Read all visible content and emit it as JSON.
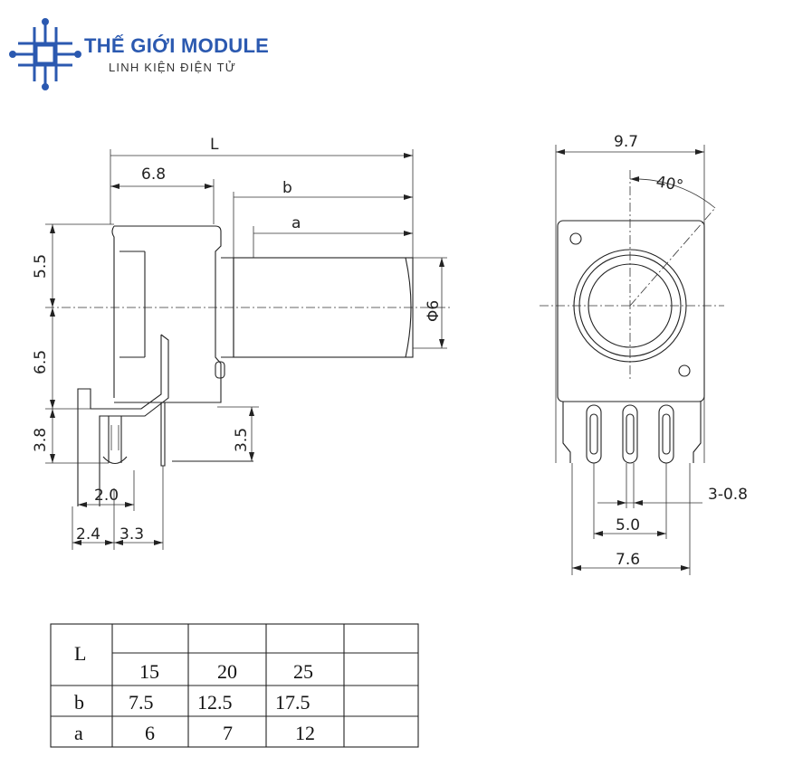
{
  "brand": {
    "title": "THẾ GIỚI MODULE",
    "subtitle": "LINH KIỆN ĐIỆN TỬ",
    "color": "#2b59b0"
  },
  "side_view": {
    "dims": {
      "L": "L",
      "d68": "6.8",
      "b": "b",
      "a": "a",
      "d55": "5.5",
      "d65": "6.5",
      "d38": "3.8",
      "d35": "3.5",
      "d20": "2.0",
      "d24": "2.4",
      "d33": "3.3",
      "phi6": "Φ6"
    }
  },
  "front_view": {
    "dims": {
      "d97": "9.7",
      "angle": "40°",
      "d308": "3-0.8",
      "d50": "5.0",
      "d76": "7.6"
    }
  },
  "table": {
    "header": "L",
    "rows": [
      {
        "label": "",
        "values": [
          "15",
          "20",
          "25",
          ""
        ]
      },
      {
        "label": "b",
        "values": [
          "7.5",
          "12.5",
          "17.5",
          ""
        ]
      },
      {
        "label": "a",
        "values": [
          "6",
          "7",
          "12",
          ""
        ]
      }
    ]
  }
}
